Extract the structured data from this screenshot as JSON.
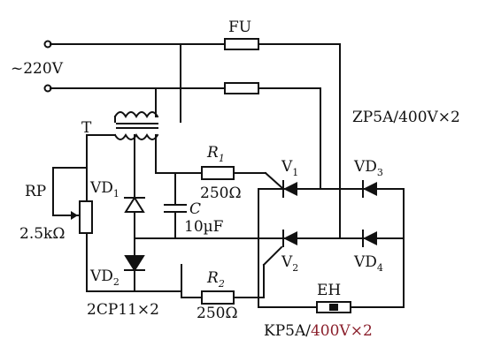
{
  "labels": {
    "fuse": "FU",
    "mains": "~220V",
    "transformer": "T",
    "zp_rating": "ZP5A/400V×2",
    "rp": "RP",
    "rp_value": "2.5kΩ",
    "vd1": "VD",
    "vd1_sub": "1",
    "vd2": "VD",
    "vd2_sub": "2",
    "diode_type": "2CP11×2",
    "r1": "R",
    "r1_sub": "1",
    "r1_value": "250Ω",
    "r2": "R",
    "r2_sub": "2",
    "r2_value": "250Ω",
    "cap": "C",
    "cap_value": "10µF",
    "v1": "V",
    "v1_sub": "1",
    "v2": "V",
    "v2_sub": "2",
    "vd3": "VD",
    "vd3_sub": "3",
    "vd4": "VD",
    "vd4_sub": "4",
    "eh": "EH",
    "kp_rating_a": "KP5A/",
    "kp_rating_b": "400V×2"
  },
  "colors": {
    "ink": "#111111",
    "watermark_red": "#8a1f2b"
  }
}
